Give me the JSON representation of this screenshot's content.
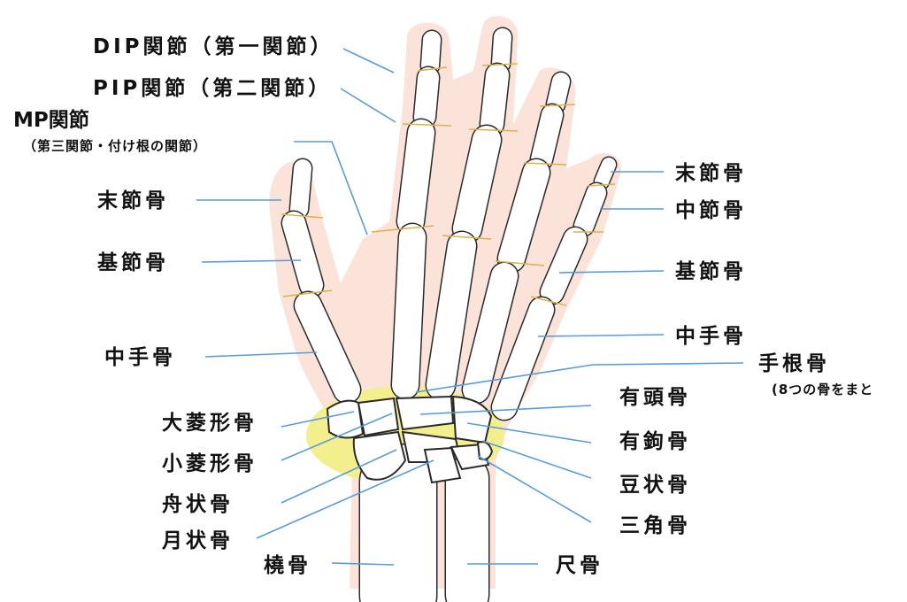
{
  "colors": {
    "skin": "#fbe3da",
    "bone_fill": "#ffffff",
    "bone_stroke": "#2a2a2a",
    "carpal_highlight": "#f3ee8e",
    "leader": "#5b9bd5",
    "joint": "#d9b24a"
  },
  "labels": {
    "dip": "DIP関節（第一関節）",
    "pip": "PIP関節（第二関節）",
    "mp": "MP関節",
    "mp_sub": "（第三関節・付け根の関節）",
    "thumb_distal": "末節骨",
    "thumb_proximal": "基節骨",
    "thumb_metacarpal": "中手骨",
    "trapezium": "大菱形骨",
    "trapezoid": "小菱形骨",
    "scaphoid": "舟状骨",
    "lunate": "月状骨",
    "radius": "橈骨",
    "ulna": "尺骨",
    "distal_phalanx": "末節骨",
    "middle_phalanx": "中節骨",
    "proximal_phalanx": "基節骨",
    "metacarpal": "中手骨",
    "carpals": "手根骨",
    "carpals_sub": "(8つの骨をまと",
    "capitate": "有頭骨",
    "hamate": "有鉤骨",
    "pisiform": "豆状骨",
    "triquetrum": "三角骨"
  }
}
